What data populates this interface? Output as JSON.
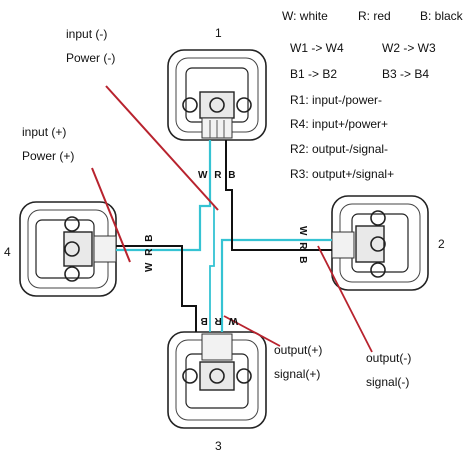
{
  "legend": {
    "white": "W: white",
    "red": "R: red",
    "black": "B: black",
    "pair1": "W1 -> W4",
    "pair2": "W2 -> W3",
    "pair3": "B1 -> B2",
    "pair4": "B3 -> B4",
    "r1": "R1: input-/power-",
    "r4": "R4: input+/power+",
    "r2": "R2: output-/signal-",
    "r3": "R3: output+/signal+"
  },
  "cells": [
    {
      "number": "1",
      "wire_code": "W R B"
    },
    {
      "number": "2",
      "wire_code": "W R B"
    },
    {
      "number": "3",
      "wire_code": "W R B"
    },
    {
      "number": "4",
      "wire_code": "W R B"
    }
  ],
  "annotations": {
    "input_minus": "input (-)",
    "power_minus": "Power (-)",
    "input_plus": "input (+)",
    "power_plus": "Power (+)",
    "output_plus": "output(+)",
    "signal_plus": "signal(+)",
    "output_minus": "output(-)",
    "signal_minus": "signal(-)"
  },
  "colors": {
    "white_wire": "#35c3d3",
    "red_wire": "#b8232e",
    "black_wire": "#111111",
    "cell_outline": "#222222"
  }
}
